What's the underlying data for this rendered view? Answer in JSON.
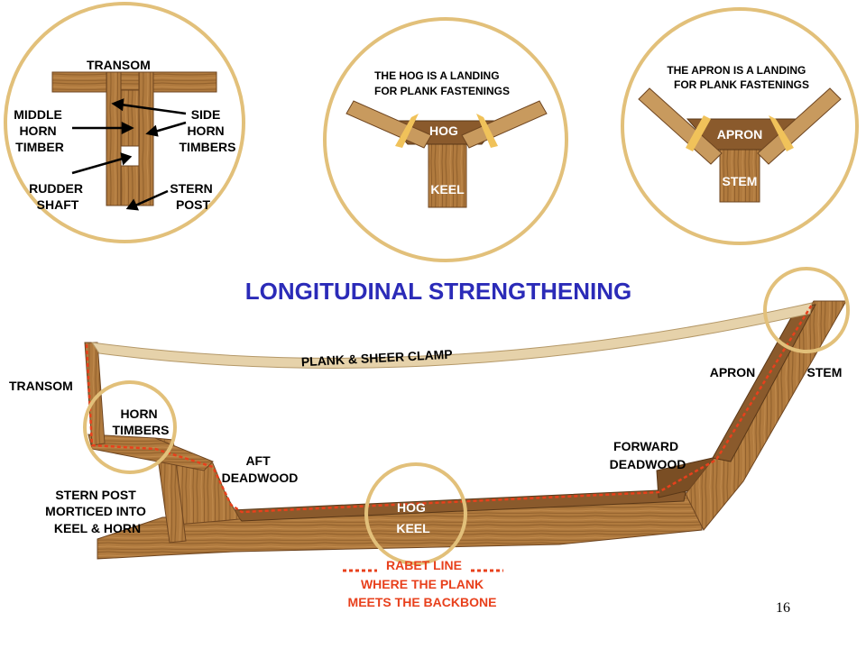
{
  "colors": {
    "wood": "#b07a3e",
    "wood_light": "#c89a5e",
    "wood_dark": "#6e4520",
    "circle_outline": "#e2c07a",
    "fastening": "#f0c25a",
    "title": "#2b2bb8",
    "rabet": "#e8401c",
    "clamp": "#e6d2aa"
  },
  "stern_detail": {
    "transom": "TRANSOM",
    "middle_horn_timber": [
      "MIDDLE",
      "HORN",
      "TIMBER"
    ],
    "side_horn_timbers": [
      "SIDE",
      "HORN",
      "TIMBERS"
    ],
    "rudder_shaft": [
      "RUDDER",
      "SHAFT"
    ],
    "stern_post": [
      "STERN",
      "POST"
    ]
  },
  "hog_detail": {
    "caption": [
      "THE HOG IS A LANDING",
      "FOR PLANK FASTENINGS"
    ],
    "hog": "HOG",
    "keel": "KEEL"
  },
  "apron_detail": {
    "caption": [
      "THE APRON  IS A LANDING",
      "FOR PLANK FASTENINGS"
    ],
    "apron": "APRON",
    "stem": "STEM"
  },
  "title": "LONGITUDINAL  STRENGTHENING",
  "main_labels": {
    "clamp": "PLANK & SHEER CLAMP",
    "transom": "TRANSOM",
    "horn_timbers": [
      "HORN",
      "TIMBERS"
    ],
    "aft_deadwood": [
      "AFT",
      "DEADWOOD"
    ],
    "stern_post": [
      "STERN POST",
      "MORTICED INTO",
      "KEEL & HORN"
    ],
    "hog": "HOG",
    "keel": "KEEL",
    "forward_deadwood": [
      "FORWARD",
      "DEADWOOD"
    ],
    "apron": "APRON",
    "stem": "STEM"
  },
  "rabet": {
    "line1": "RABET LINE",
    "line2": "WHERE THE PLANK",
    "line3": "MEETS THE BACKBONE"
  },
  "page_number": "16"
}
